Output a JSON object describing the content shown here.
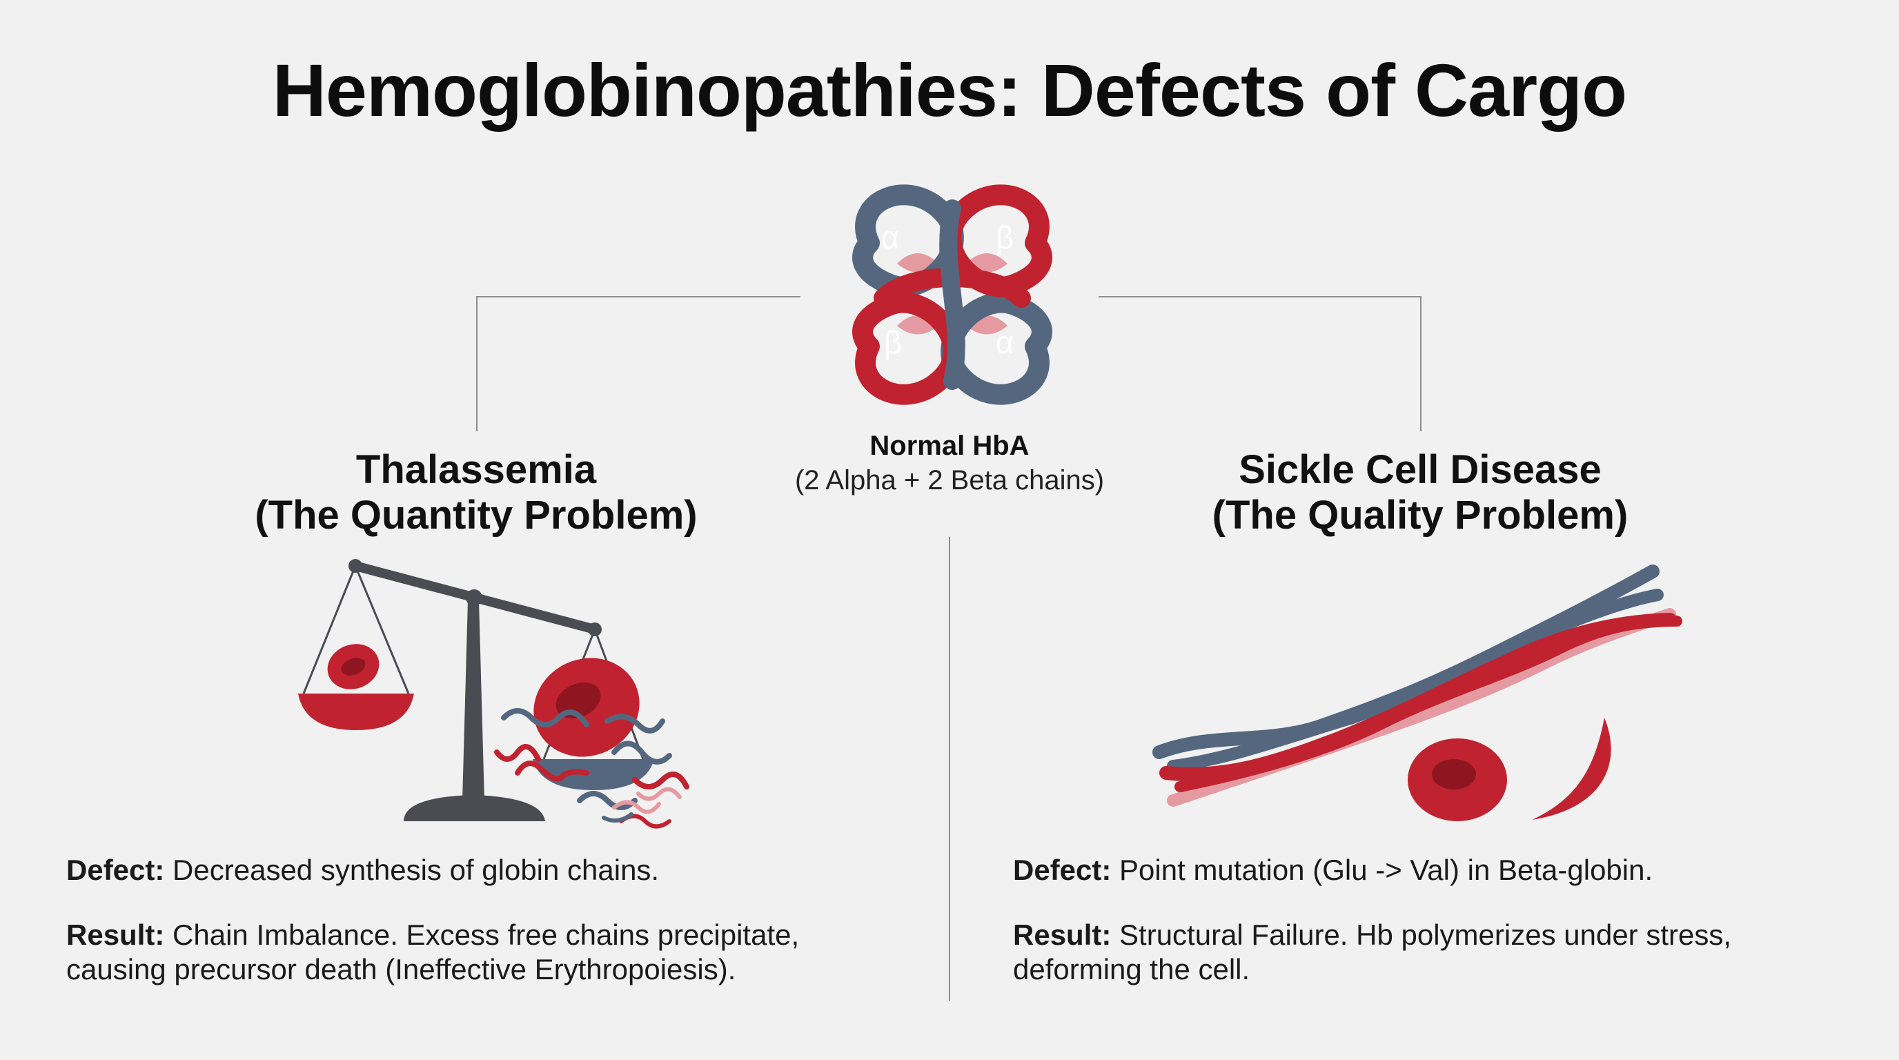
{
  "title": "Hemoglobinopathies: Defects of Cargo",
  "center": {
    "name": "Normal HbA",
    "subtitle": "(2 Alpha + 2 Beta chains)",
    "chain_labels": {
      "alpha": "α",
      "beta": "β"
    }
  },
  "left": {
    "title": "Thalassemia",
    "subtitle": "(The Quantity Problem)",
    "defect_label": "Defect:",
    "defect_text": "Decreased synthesis of globin chains.",
    "result_label": "Result:",
    "result_line1": "Chain Imbalance. Excess free chains precipitate,",
    "result_line2": "causing precursor death (Ineffective Erythropoiesis)."
  },
  "right": {
    "title": "Sickle Cell Disease",
    "subtitle": "(The Quality Problem)",
    "defect_label": "Defect:",
    "defect_text": "Point mutation (Glu -> Val) in Beta-globin.",
    "result_label": "Result:",
    "result_line1": "Structural Failure. Hb polymerizes under stress,",
    "result_line2": "deforming the cell."
  },
  "colors": {
    "red": "#c0232f",
    "blue": "#55677f",
    "pink": "#e59aa2",
    "scale": "#4a4c52",
    "line": "#8d8d8d"
  }
}
